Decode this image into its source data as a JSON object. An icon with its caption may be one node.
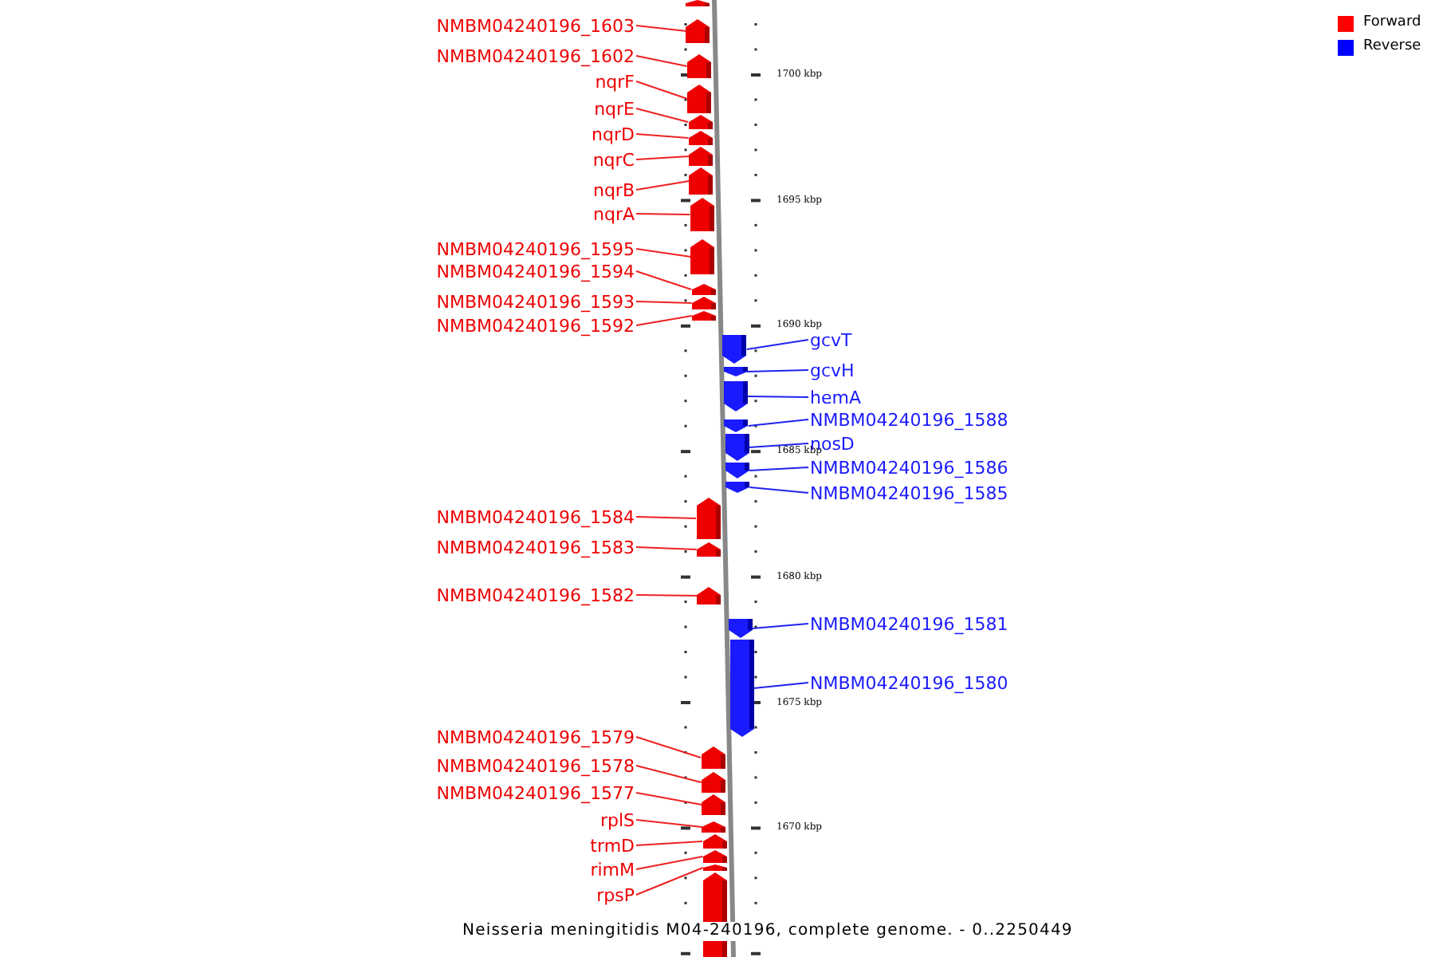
{
  "diagram": {
    "caption": "Neisseria meningitidis M04-240196, complete genome. - 0..2250449",
    "nodes": [
      {
        "text": [
          "NMBM04240196_1603"
        ]
      },
      {
        "text": [
          "NMBM04240196_1602"
        ]
      },
      {
        "text": [
          "nqrF"
        ]
      },
      {
        "text": [
          "nqrE"
        ]
      },
      {
        "text": [
          "nqrD"
        ]
      },
      {
        "text": [
          "nqrC"
        ]
      },
      {
        "text": [
          "nqrB"
        ]
      },
      {
        "text": [
          "nqrA"
        ]
      },
      {
        "text": [
          "NMBM04240196_1595"
        ]
      },
      {
        "text": [
          "NMBM04240196_1594"
        ]
      },
      {
        "text": [
          "NMBM04240196_1593"
        ]
      },
      {
        "text": [
          "NMBM04240196_1592"
        ]
      },
      {
        "text": [
          "gcvT"
        ]
      },
      {
        "text": [
          "gcvH"
        ]
      },
      {
        "text": [
          "hemA"
        ]
      },
      {
        "text": [
          "NMBM04240196_1588"
        ]
      },
      {
        "text": [
          "nosD"
        ]
      },
      {
        "text": [
          "NMBM04240196_1586"
        ]
      },
      {
        "text": [
          "NMBM04240196_1585"
        ]
      },
      {
        "text": [
          "NMBM04240196_1584"
        ]
      },
      {
        "text": [
          "NMBM04240196_1583"
        ]
      },
      {
        "text": [
          "NMBM04240196_1582"
        ]
      },
      {
        "text": [
          "NMBM04240196_1581"
        ]
      },
      {
        "text": [
          "NMBM04240196_1580"
        ]
      },
      {
        "text": [
          "NMBM04240196_1579"
        ]
      },
      {
        "text": [
          "NMBM04240196_1578"
        ]
      },
      {
        "text": [
          "NMBM04240196_1577"
        ]
      },
      {
        "text": [
          "rplS"
        ]
      },
      {
        "text": [
          "trmD"
        ]
      },
      {
        "text": [
          "rimM"
        ]
      },
      {
        "text": [
          "rpsP"
        ]
      },
      {
        "text": [],
        "shape": "pentagon"
      },
      {
        "text": [],
        "shape": "pentagon"
      },
      {
        "text": [],
        "shape": "pentagon"
      },
      {
        "text": [],
        "shape": "pentagon"
      },
      {
        "text": [],
        "shape": "pentagon"
      },
      {
        "text": [],
        "shape": "pentagon"
      },
      {
        "text": [],
        "shape": "pentagon"
      },
      {
        "text": [],
        "shape": "pentagon"
      },
      {
        "text": [],
        "shape": "pentagon"
      },
      {
        "text": [],
        "shape": "pentagon"
      },
      {
        "text": [],
        "shape": "pentagon"
      },
      {
        "text": [],
        "shape": "pentagon"
      },
      {
        "text": [],
        "shape": "pentagon"
      },
      {
        "text": [],
        "shape": "pentagon"
      },
      {
        "text": [],
        "shape": "pentagon"
      },
      {
        "text": [],
        "shape": "pentagon"
      },
      {
        "text": [],
        "shape": "pentagon"
      },
      {
        "text": [],
        "shape": "pentagon"
      },
      {
        "text": [],
        "shape": "pentagon"
      },
      {
        "text": [],
        "shape": "pentagon"
      },
      {
        "text": [],
        "shape": "pentagon"
      },
      {
        "text": [],
        "shape": "pentagon"
      },
      {
        "text": [],
        "shape": "pentagon"
      },
      {
        "text": [],
        "shape": "pentagon"
      },
      {
        "text": [],
        "shape": "pentagon"
      },
      {
        "text": [],
        "shape": "pentagon"
      },
      {
        "text": [],
        "shape": "pentagon"
      },
      {
        "text": [],
        "shape": "pentagon"
      },
      {
        "text": [],
        "shape": "pentagon"
      },
      {
        "text": [],
        "shape": "pentagon"
      },
      {
        "text": [],
        "shape": "pentagon"
      },
      {
        "text": [],
        "shape": "pentagon"
      },
      {
        "text": [],
        "shape": "pentagon"
      }
    ],
    "edges": [
      {
        "from": 0,
        "to": 32,
        "arrow": "none"
      },
      {
        "from": 1,
        "to": 33,
        "arrow": "none"
      },
      {
        "from": 2,
        "to": 34,
        "arrow": "none"
      },
      {
        "from": 3,
        "to": 35,
        "arrow": "none"
      },
      {
        "from": 4,
        "to": 36,
        "arrow": "none"
      },
      {
        "from": 5,
        "to": 37,
        "arrow": "none"
      },
      {
        "from": 6,
        "to": 38,
        "arrow": "none"
      },
      {
        "from": 7,
        "to": 39,
        "arrow": "none"
      },
      {
        "from": 8,
        "to": 40,
        "arrow": "none"
      },
      {
        "from": 9,
        "to": 41,
        "arrow": "none"
      },
      {
        "from": 10,
        "to": 42,
        "arrow": "none"
      },
      {
        "from": 11,
        "to": 43,
        "arrow": "none"
      },
      {
        "from": 12,
        "to": 44,
        "arrow": "none",
        "color": "#2222ee"
      },
      {
        "from": 13,
        "to": 45,
        "arrow": "none",
        "color": "#2222ee"
      },
      {
        "from": 14,
        "to": 46,
        "arrow": "none",
        "color": "#2222ee"
      },
      {
        "from": 15,
        "to": 47,
        "arrow": "none",
        "color": "#2222ee"
      },
      {
        "from": 16,
        "to": 48,
        "arrow": "none",
        "color": "#2222ee"
      },
      {
        "from": 17,
        "to": 49,
        "arrow": "none",
        "color": "#2222ee"
      },
      {
        "from": 18,
        "to": 50,
        "arrow": "none",
        "color": "#2222ee"
      },
      {
        "from": 19,
        "to": 51,
        "arrow": "none"
      },
      {
        "from": 20,
        "to": 52,
        "arrow": "none"
      },
      {
        "from": 21,
        "to": 53,
        "arrow": "none"
      },
      {
        "from": 22,
        "to": 54,
        "arrow": "none",
        "color": "#2222ee"
      },
      {
        "from": 23,
        "to": 55,
        "arrow": "none",
        "color": "#2222ee"
      },
      {
        "from": 24,
        "to": 56,
        "arrow": "none"
      },
      {
        "from": 25,
        "to": 57,
        "arrow": "none"
      },
      {
        "from": 26,
        "to": 58,
        "arrow": "none"
      },
      {
        "from": 27,
        "to": 59,
        "arrow": "none"
      },
      {
        "from": 28,
        "to": 60,
        "arrow": "none"
      },
      {
        "from": 29,
        "to": 61,
        "arrow": "none"
      },
      {
        "from": 30,
        "to": 62,
        "arrow": "none"
      }
    ],
    "labels": [
      "1700 kbp",
      "1695 kbp",
      "1690 kbp",
      "1685 kbp",
      "1680 kbp",
      "1675 kbp",
      "1670 kbp"
    ],
    "legend": [
      {
        "text": "Forward",
        "color": "#ff0000"
      },
      {
        "text": "Reverse",
        "color": "#0000ff"
      }
    ]
  }
}
